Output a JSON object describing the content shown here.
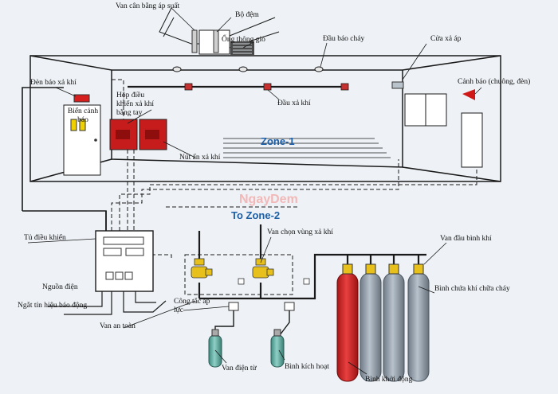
{
  "labels": {
    "pressure_balance_valve": "Van cân bằng áp suất",
    "buffer": "Bộ đệm",
    "vent_pipe": "Ống thông gió",
    "fire_detector": "Đầu báo cháy",
    "relief_door": "Cửa xả áp",
    "discharge_light": "Đèn báo xả khí",
    "manual_box": "Hộp điều khiển xả khí bằng tay",
    "warning_sign": "Biển cảnh báo",
    "nozzle": "Đầu xả khí",
    "alarm": "Cảnh báo (chuông, đèn)",
    "discharge_button": "Nút ấn xả khí",
    "zone_select_valve": "Van chọn vùng xả khí",
    "cylinder_head_valve": "Van đầu bình khí",
    "control_cabinet": "Tủ điều khiển",
    "power_source": "Nguồn điện",
    "cutoff_signal": "Ngắt tín hiệu báo động",
    "safety_valve": "Van an toàn",
    "pressure_switch": "Công tắc áp lực",
    "agent_cylinder": "Bình chứa khí chữa cháy",
    "solenoid_valve": "Van điện từ",
    "activation_bottle": "Bình kích hoạt",
    "pilot_cylinder": "Bình khởi động"
  },
  "zones": {
    "zone1": "Zone-1",
    "zone2": "To Zone-2"
  },
  "watermark": "NgayDem",
  "colors": {
    "line": "#1a1a1a",
    "cylinder_red": "#d42a2a",
    "cylinder_grey": "#8e9aa6",
    "cylinder_green": "#5aa59a",
    "valve_yellow": "#e8c01c",
    "zone_blue": "#1d5fa6",
    "alarm_red": "#d01818"
  }
}
